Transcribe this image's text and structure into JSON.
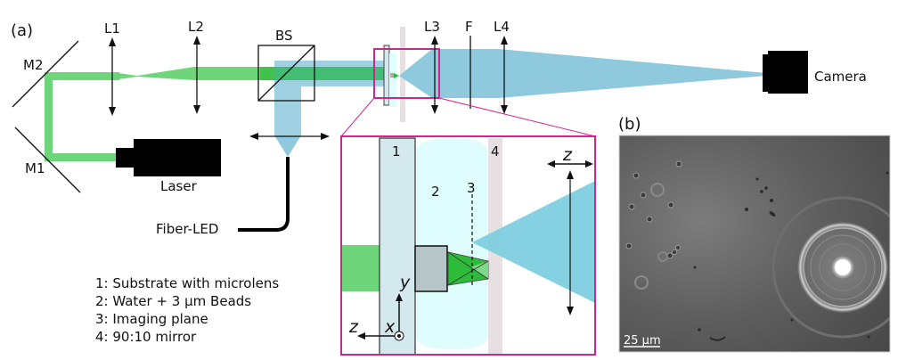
{
  "figure": {
    "panel_a_label": "(a)",
    "panel_b_label": "(b)",
    "components": {
      "m1": "M1",
      "m2": "M2",
      "l1": "L1",
      "l2": "L2",
      "bs": "BS",
      "l3": "L3",
      "f": "F",
      "l4": "L4",
      "laser": "Laser",
      "camera": "Camera",
      "fiber_led": "Fiber-LED"
    },
    "inset": {
      "labels": [
        "1",
        "2",
        "3",
        "4"
      ],
      "axis_z_top": "z",
      "axis_y": "y",
      "axis_x": "x",
      "axis_z_bottom": "z"
    },
    "legend": [
      "1: Substrate with microlens",
      "2: Water + 3 μm Beads",
      "3: Imaging plane",
      "4: 90:10 mirror"
    ],
    "micrograph": {
      "scalebar_label": "25 μm"
    },
    "colors": {
      "laser_green": "#6fd57a",
      "dark_green": "#2dbb3a",
      "led_blue": "#8ec9dd",
      "inset_border": "#d0268c",
      "substrate": "#d3e9ee",
      "water": "#e0fdfd",
      "mirror_4": "#e6e0e2"
    }
  }
}
